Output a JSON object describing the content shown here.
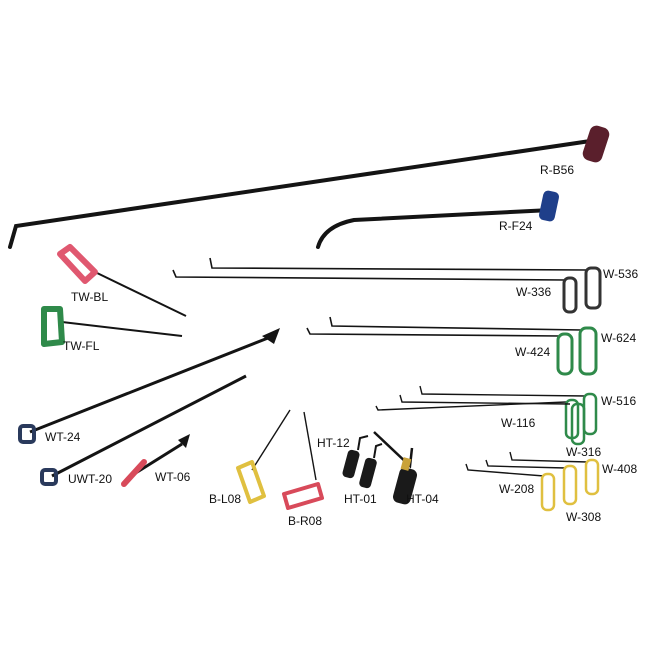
{
  "labels": {
    "r_b56": "R-B56",
    "r_f24": "R-F24",
    "tw_bl": "TW-BL",
    "tw_fl": "TW-FL",
    "w_536": "W-536",
    "w_336": "W-336",
    "w_624": "W-624",
    "w_424": "W-424",
    "w_516": "W-516",
    "w_116": "W-116",
    "w_316": "W-316",
    "w_408": "W-408",
    "w_208": "W-208",
    "w_308": "W-308",
    "wt_24": "WT-24",
    "uwt_20": "UWT-20",
    "wt_06": "WT-06",
    "b_l08": "B-L08",
    "b_r08": "B-R08",
    "ht_12": "HT-12",
    "ht_01": "HT-01",
    "ht_04": "HT-04"
  },
  "colors": {
    "rod": "#141414",
    "maroon_handle": "#5a1f2c",
    "blue_handle": "#1f3f8a",
    "pink_handle": "#e05870",
    "green_handle": "#2f8a4a",
    "navy_handle": "#2a3a5c",
    "yellow_handle": "#e0c040",
    "red_handle": "#d84a5a"
  }
}
